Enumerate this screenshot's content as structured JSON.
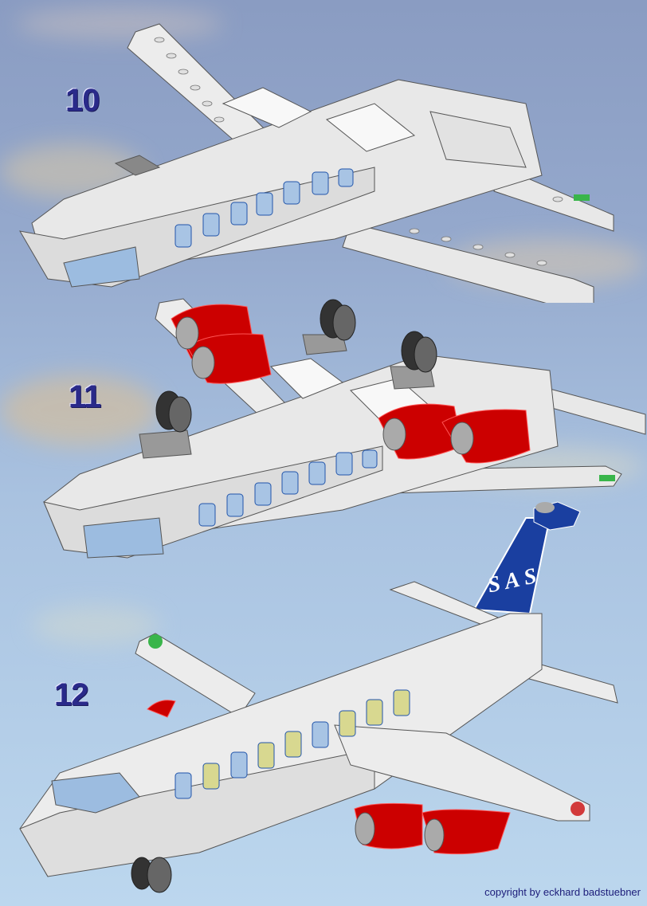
{
  "page": {
    "type": "building-instructions",
    "subject": "SAS passenger airplane"
  },
  "steps": [
    {
      "number": "10",
      "label_color": "#2a2a8a"
    },
    {
      "number": "11",
      "label_color": "#2a2a8a"
    },
    {
      "number": "12",
      "label_color": "#2a2a8a"
    }
  ],
  "tail_logo": {
    "text": "SAS",
    "color": "#1a3fa0",
    "text_color": "#ffffff"
  },
  "colors": {
    "sky_top": "#8a9cc2",
    "sky_bottom": "#bcd7ee",
    "fuselage": "#e8e8e8",
    "outline": "#555555",
    "engine": "#cc0000",
    "window": "#a8c4e4",
    "window_yellow": "#d8d890",
    "wheel": "#333333",
    "light_green": "#39b54a",
    "light_red": "#d23a3a"
  },
  "footer": {
    "copyright": "copyright by eckhard badstuebner"
  }
}
